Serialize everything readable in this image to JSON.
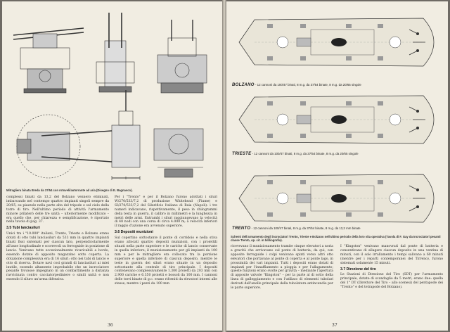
{
  "left_page": {
    "figure_caption": "Mitragliera binata Breda da 37/54 con rotoveli/autorrante ad aria (Disegno di E. Bagnasco).",
    "col1_top": "complessi binati da 13,2 del Bolzano vennero eliminati, imbarcando nel contempo quattro impianti singoli sempre da 20/65, su piazzole nella parte alta del tripode e sul cielo della torre di tiro. Nell'ultimo periodo di attività l'armamento minore prilaterò delle tre unità – ulteriormente modificato – era quello che, per chiarezza e semplificazione, è riportato nella tavola di pag. 37.",
    "heading_tubi": "3.5 Tubi lanciasiluri",
    "col1_bottom": "Unici tra i \"10.000\" italiani, Trento, Trieste e Bolzano erano dotati di otto tubi lanciasiluri da 533 mm in quattro impianti binati fissi sistemati per ciascun lato, perpendicolarmente all'asse longitudinale e scorrevoli su ferroguide in posizione di lancio. Venivano tutte eccezionalmente ricaricabili a bordo, essendo dotate di apposito magazzino sotto coperta. La dotazione complessiva era di 16 siluri: otto nei tubi di lancio e otto di riserva. Dotare navi così grandi di lanciasiluri ai miei inutile, essendo altamente improbabile che un incrociatore pesante trovasse impegnato in un combattimento a distanza ravvicinata contro cacciatorpediniere o simili unità e non essendo il siluro un'arma difensiva.",
    "col2_top": "Per i \"Trento\" e per il Bolzano furono adottati i siluri W/270/533/7,2 di produzione Whitehead (Fiume) e SI/270/533/7,2 del Silurificio Italiano di Baia (Napoli): i tre numeri indicavano, rispettivamente, il peso in chilogrammi della testa in guerra, il calibro in millimetri e la lunghezza in metri delle armi. Entrambi i siluri raggiungevano la velocità di 48 nodi con una corsa di circa 4.000 m; a velocità inferiori il raggio d'azione era avvenuto superiore.",
    "heading_depositi": "3.6 Depositi munizioni",
    "col2_bottom": "Sul copertino sottostante il ponte di corridoio e nella stiva erano allocati quattro depositi munizioni, con i proiettili situati nella parte superiore e le cariche di lancio conservate in quella inferiore; il munizionamento per gli impianti da 100 mm e per le mitragliere era collocato tra la porzione superiore e quella inferiore di ciascun deposito, mentre le teste in guerra dei siluri erano situate in un deposito sottostante alla centrale di tiro principale. I depositi contenevano complessivamente 1.300 proietti da 203 mm con 2.900 cariche e 6.350 proietti e bossoli da 100 mm. I cannoni delle torri binate di g.c. erano riforniti da elevatori interni alle stesse, mentre i pezzi da 100 mm",
    "page_number": "36"
  },
  "right_page": {
    "plans": [
      {
        "name": "BOLZANO",
        "caption": "- 12 cannoni da 100/47 binati, 8 m.g. da 37/54 binate, 8 m.g. da 20/65 singole"
      },
      {
        "name": "TRIESTE",
        "caption": "- 12 cannoni da 100/47 binati, 8 m.g. da 37/54 binate, 8 m.g. da 20/65 singole"
      },
      {
        "name": "TRENTO",
        "caption": "- 12 cannoni da 100/47 binati, 8 m.g. da 37/54 binate, 8 m.g. da 13,2 mm binate"
      }
    ],
    "schematic_caption": "Schemi dell'armamento degli incrociatori Trento, Trieste e Bolzano nell'ultimo periodo della loro vita operativa (Tavola di F. Gay da Incrociatori pesanti classe Trento, op. cit. in bibliografia).",
    "col1": "ricevevano il munizionamento tramite cinque elevatori a noria a gravità che arrivavano sul ponte di batteria; da qui, con apposite ferroguide i colpi venivano spinti verso altri otto elevatori che portavano al ponte di coperta e al ponte lago, in prossimità dei vari impianti. Tutti i depositi erano dotati di impianti per l'innaffiamento a pioggia e per l'allagamento; queste funzioni erano svolte per gravità – mediante l'apertura di apposite valvole \"Kingston\" – per la parte al di sotto della linea di galleggiamento e con l'utilizzo di elementi tubolari derivati dall'anello principale della tubolatura antincendio per le parte superiore.",
    "col2_top": "I \"Kingston\" venivano manovrati dal ponte di batteria e consentivano di allagare ciascun deposito in una ventina di minuti, con il solo irrallamento i tempi salivano a 60 minuti (mentre per i reparti contemporanei del Tirreno), furono sistemati solamente 15 minuti.",
    "heading_tiro": "3.7 Direzione del tiro",
    "col2_bottom": "Le Stazioni di Direzione del Tiro (SDT) per l'armamento principale, dotate di scandaglio da 5 metri, erano due: quella del 1° DT (Direttore del Tiro – allo scenesi) del pentapode dei \"Trento\" e del tetrapode del Bolzano).",
    "page_number": "37"
  }
}
